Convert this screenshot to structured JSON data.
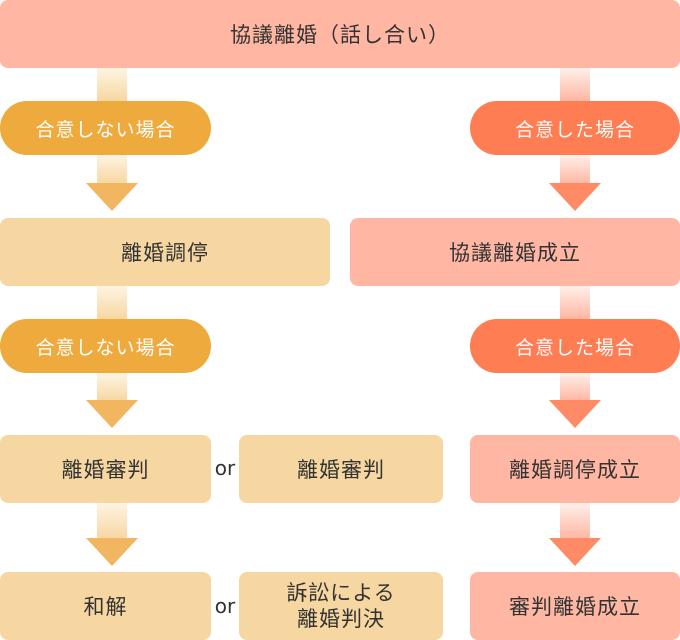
{
  "top": {
    "label": "協議離婚（話し合い）"
  },
  "left": {
    "pill1": "合意しない場合",
    "mediation": "離婚調停",
    "pill2": "合意しない場合",
    "trial": "離婚審判",
    "trial_alt": "離婚審判",
    "settlement": "和解",
    "lawsuit_line1": "訴訟による",
    "lawsuit_line2": "離婚判決",
    "or1": "or",
    "or2": "or"
  },
  "right": {
    "pill1": "合意した場合",
    "agreement": "協議離婚成立",
    "pill2": "合意した場合",
    "mediation_done": "離婚調停成立",
    "trial_done": "審判離婚成立"
  },
  "colors": {
    "pink_box": "#ffb6a2",
    "beige_box": "#f6d7a2",
    "pill_yellow": "#efaa3e",
    "pill_orange": "#ff7d52"
  }
}
